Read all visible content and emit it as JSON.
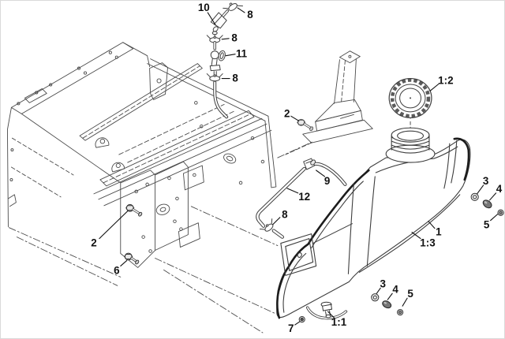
{
  "figure": {
    "background_color": "#ffffff",
    "line_color": "#3f3f3f",
    "heavy_line_color": "#1c1c1c",
    "label_color": "#111111",
    "callouts": {
      "c10": "10",
      "c8_top": "8",
      "c8_upper_clamp": "8",
      "c11": "11",
      "c8_lower_clamp": "8",
      "c2_bracket": "2",
      "c1_2": "1:2",
      "c2_frame": "2",
      "c6": "6",
      "c9": "9",
      "c12": "12",
      "c8_line_clamp": "8",
      "c1": "1",
      "c1_3": "1:3",
      "c3_right": "3",
      "c4_right": "4",
      "c5_right": "5",
      "c3_bottom": "3",
      "c4_bottom": "4",
      "c5_bottom": "5",
      "c1_1": "1:1",
      "c7": "7"
    }
  }
}
